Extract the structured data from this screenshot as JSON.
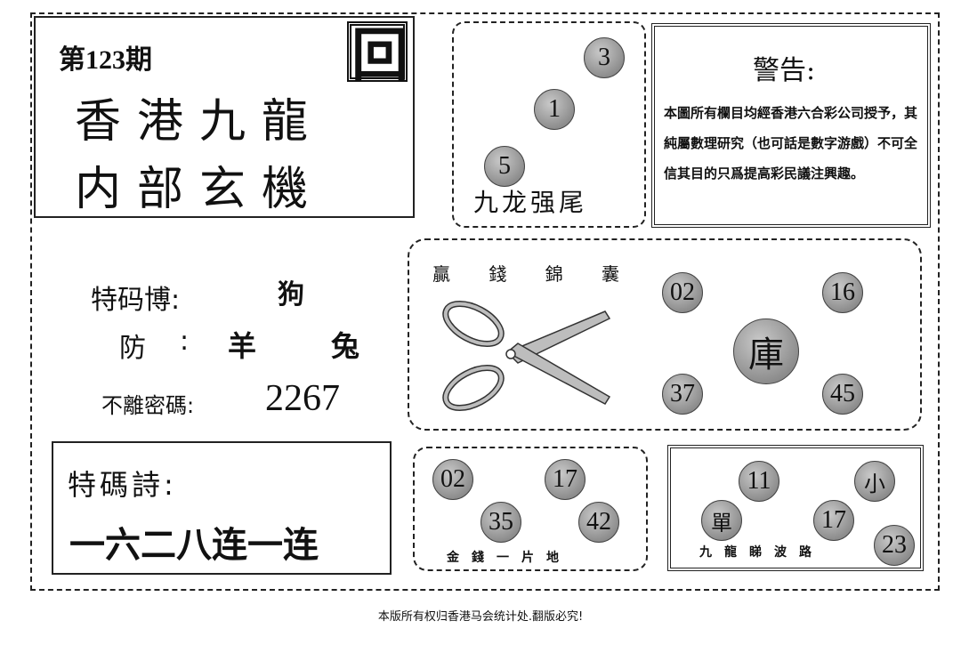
{
  "header": {
    "issue": "第123期",
    "title_line1": "香港九龍",
    "title_line2": "内部玄機",
    "logo_char": "回"
  },
  "tail_box": {
    "balls": [
      "3",
      "1",
      "5"
    ],
    "label": "九龙强尾"
  },
  "warning": {
    "title": "警告:",
    "text": "本圖所有欄目均經香港六合彩公司授予，其純屬數理研究（也可話是數字游戲）不可全信其目的只爲提高彩民議注興趣。"
  },
  "special": {
    "te_label": "特码博:",
    "te_value": "狗",
    "fang_label": "防",
    "fang_colon": ":",
    "fang_values": [
      "羊",
      "兔"
    ],
    "code_label": "不離密碼:",
    "code_value": "2267"
  },
  "scissors_box": {
    "title_chars": [
      "贏",
      "錢",
      "錦",
      "囊"
    ],
    "center": "庫",
    "balls": [
      "02",
      "16",
      "37",
      "45"
    ]
  },
  "poem": {
    "label": "特碼詩:",
    "text": "一六二八连一连"
  },
  "money_box": {
    "balls": [
      "02",
      "17",
      "35",
      "42"
    ],
    "label": "金錢一片地"
  },
  "kowloon_box": {
    "balls": [
      "11",
      "小",
      "單",
      "17",
      "23"
    ],
    "label": "九龍睇波路"
  },
  "footer": "本版所有权归香港马会统计处.翻版必究!"
}
